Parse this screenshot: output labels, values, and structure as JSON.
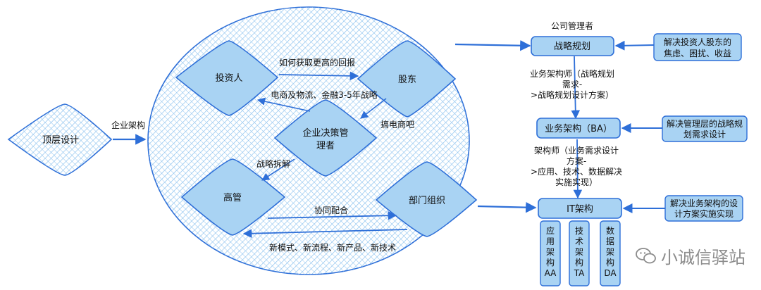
{
  "left": {
    "top_design": "顶层设计",
    "enterprise_arch_label": "企业架构"
  },
  "ellipse": {
    "investor": "投资人",
    "shareholder": "股东",
    "decision_maker": "企业决策管理者",
    "executive": "高管",
    "department": "部门组织",
    "edge_investor_shareholder": "如何获取更高的回报",
    "edge_ecommerce_strategy": "电商及物流、金融3-5年战略",
    "edge_do_ecommerce": "搞电商吧",
    "edge_strategy_breakdown": "战略拆解",
    "edge_collaboration": "协同配合",
    "edge_new_things": "新模式、新流程、新产品、新技术"
  },
  "right": {
    "company_manager": "公司管理者",
    "strategy_planning": "战略规划",
    "strategy_note": "解决投资人股东的焦虑、困扰、收益",
    "ba_edge_line1": "业务架构师（战略规划",
    "ba_edge_line2": "需求-",
    "ba_edge_line3": ">战略规划设计方案）",
    "business_arch": "业务架构（BA）",
    "ba_note": "解决管理层的战略规划需求设计",
    "arch_edge_line1": "架构师（业务需求设计",
    "arch_edge_line2": "方案-",
    "arch_edge_line3": ">应用、技术、数据解决",
    "arch_edge_line4": "实施实现）",
    "it_arch": "IT架构",
    "it_note": "解决业务架构的设计方案实施实现",
    "app_arch": "应用架构AA",
    "tech_arch": "技术架构TA",
    "data_arch": "数据架构DA"
  },
  "watermark": "小诚信驿站",
  "colors": {
    "fill": "#a9d3f3",
    "stroke": "#2e6fd8",
    "hatch": "#5b9fe3",
    "arrow": "#2e6fd8"
  }
}
